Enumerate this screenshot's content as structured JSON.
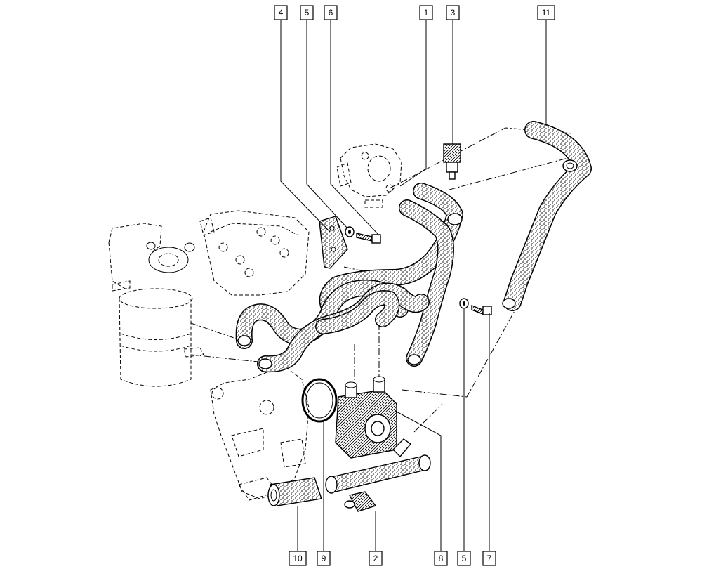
{
  "callouts_top": [
    "4",
    "5",
    "6",
    "1",
    "3",
    "11"
  ],
  "callouts_bottom": [
    "10",
    "9",
    "2",
    "8",
    "5",
    "7"
  ],
  "colors": {
    "line": "#000000",
    "hose_fill": "url(#stipple)",
    "background": "#ffffff"
  }
}
